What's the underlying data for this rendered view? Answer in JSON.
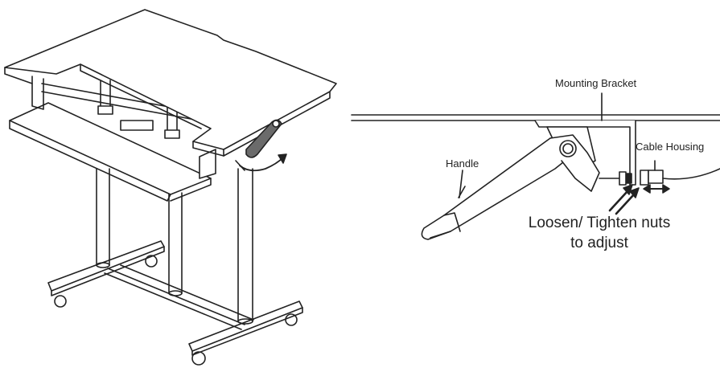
{
  "labels": {
    "mounting_bracket": "Mounting Bracket",
    "cable_housing": "Cable Housing",
    "handle": "Handle",
    "adjust_line1": "Loosen/ Tighten nuts",
    "adjust_line2": "to adjust"
  },
  "colors": {
    "line": "#222222",
    "handle_fill": "#6b6b6b",
    "part_fill": "#ffffff"
  },
  "icons": {
    "rotation_arrow": "curved-arrow-icon",
    "adjust_arrow": "double-arrow-icon",
    "pointer_arrows": "arrow-pair-icon"
  }
}
